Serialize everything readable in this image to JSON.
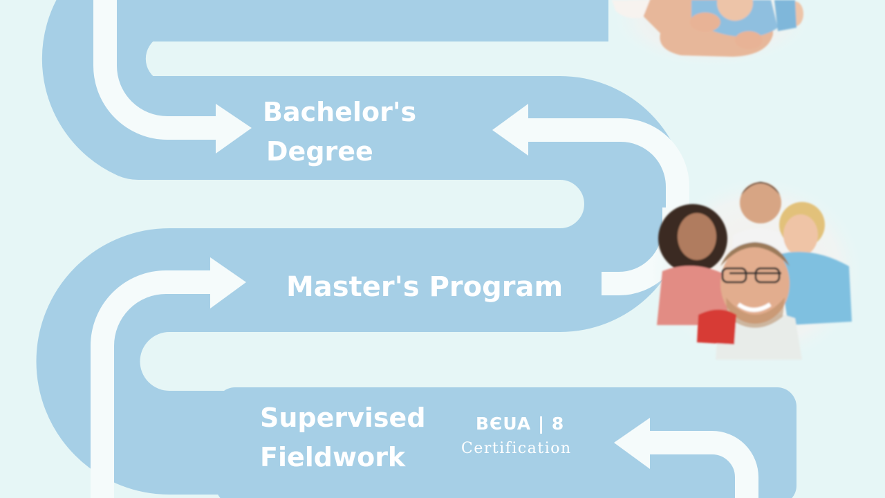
{
  "steps": [
    {
      "lines": [
        "Bachelor's",
        "Degree"
      ]
    },
    {
      "lines": [
        "Master's Program"
      ]
    },
    {
      "lines": [
        "Supervised",
        "Fieldwork"
      ]
    }
  ],
  "certification": {
    "logo_text": "BЄUA | 8",
    "caption": "Certification"
  },
  "colors": {
    "background": "#e6f6f6",
    "path": "#a6cfe6",
    "arrow": "#f5fbfb",
    "text": "#ffffff"
  },
  "photos": [
    {
      "icon": "family-photo"
    },
    {
      "icon": "group-photo"
    }
  ]
}
